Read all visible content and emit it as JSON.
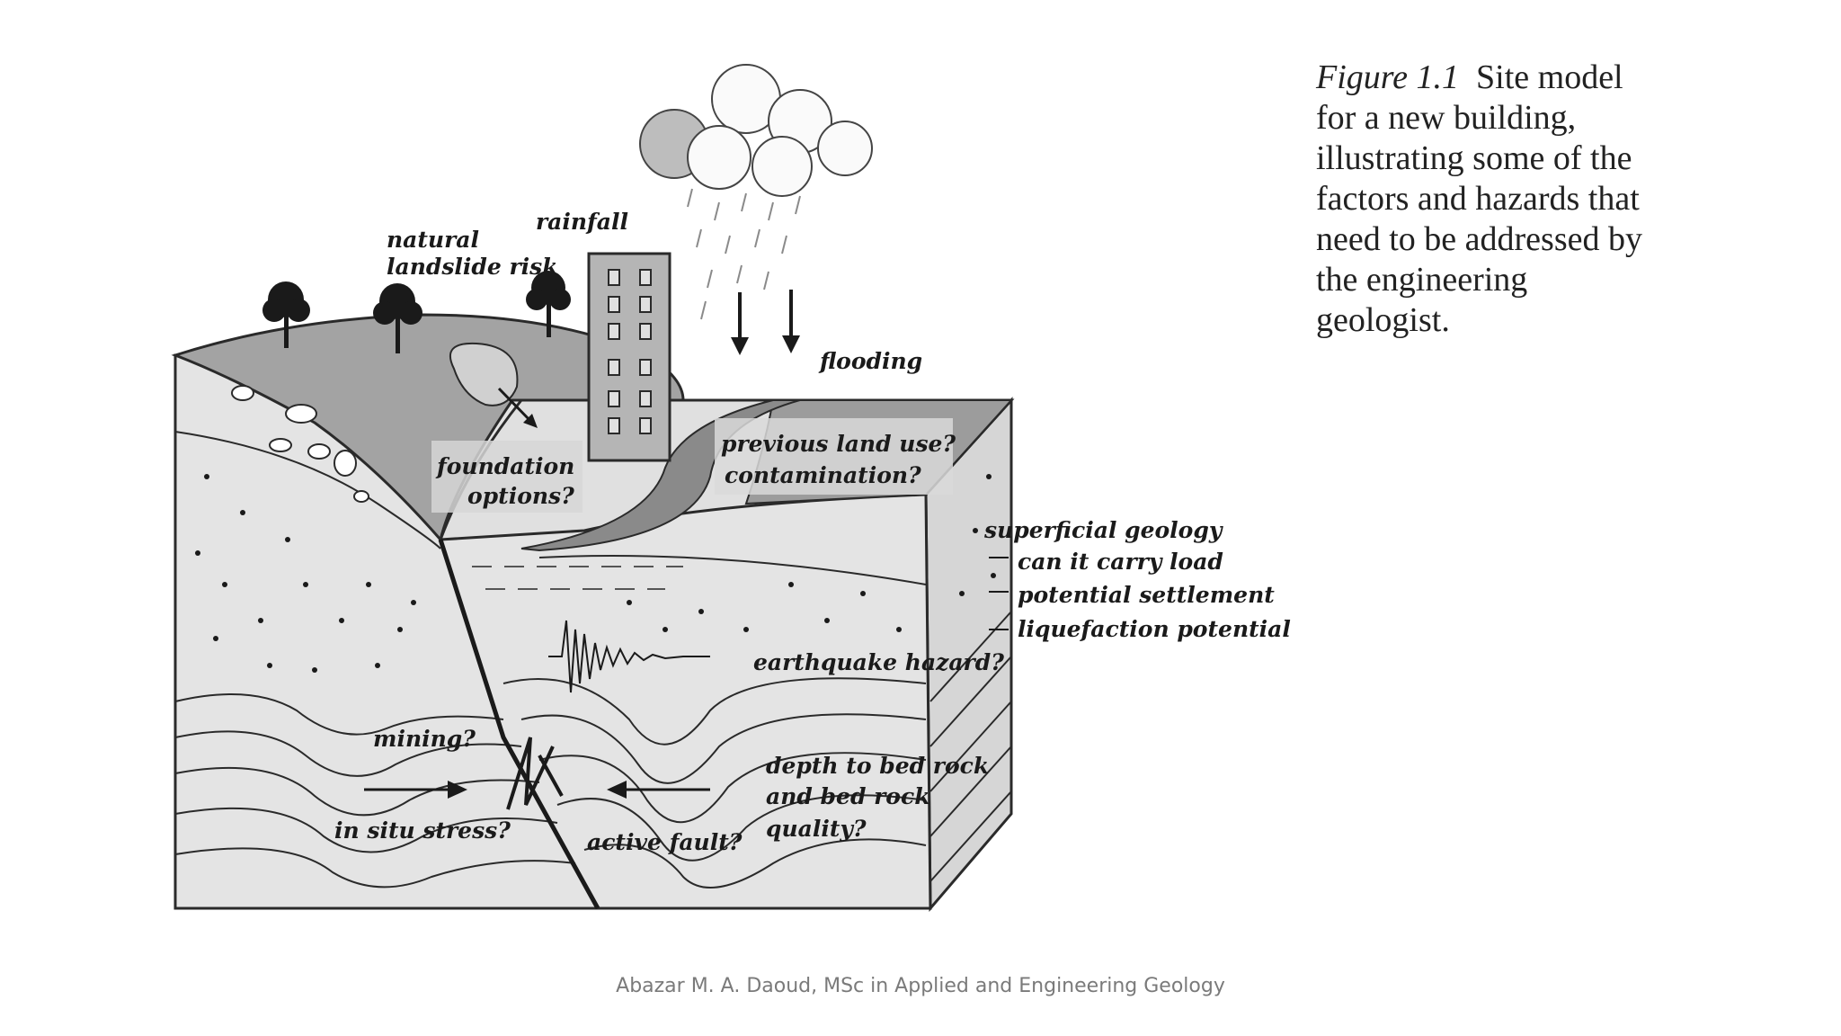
{
  "diagram": {
    "labels": {
      "natural_landslide_risk": [
        "natural",
        "landslide risk"
      ],
      "rainfall": "rainfall",
      "flooding": "flooding",
      "foundation_options": [
        "foundation",
        "options?"
      ],
      "previous_land_use": [
        "previous land use?",
        "contamination?"
      ],
      "superficial_geology": "superficial geology",
      "can_it_carry_load": "can it carry load",
      "potential_settlement": "potential settlement",
      "liquefaction_potential": "liquefaction potential",
      "earthquake_hazard": "earthquake hazard?",
      "mining": "mining?",
      "in_situ_stress": "in situ stress?",
      "active_fault": "active fault?",
      "depth_to_bed_rock": [
        "depth to bed rock",
        "and bed rock",
        "quality?"
      ]
    },
    "icons": [
      "tree-icon",
      "cloud-icon",
      "building-icon",
      "rain-icon",
      "seismogram-icon"
    ],
    "colors": {
      "dark_fill": "#9a9a9a",
      "mid_fill": "#c4c4c4",
      "light_fill": "#e6e6e6",
      "line": "#2a2a2a"
    }
  },
  "caption": {
    "figure_label": "Figure 1.1",
    "text": "Site model for a new building, illustrating some of the factors and hazards that need to be addressed by the engineering geologist."
  },
  "footer": {
    "author": "Abazar M. A. Daoud, MSc in Applied and Engineering Geology"
  }
}
